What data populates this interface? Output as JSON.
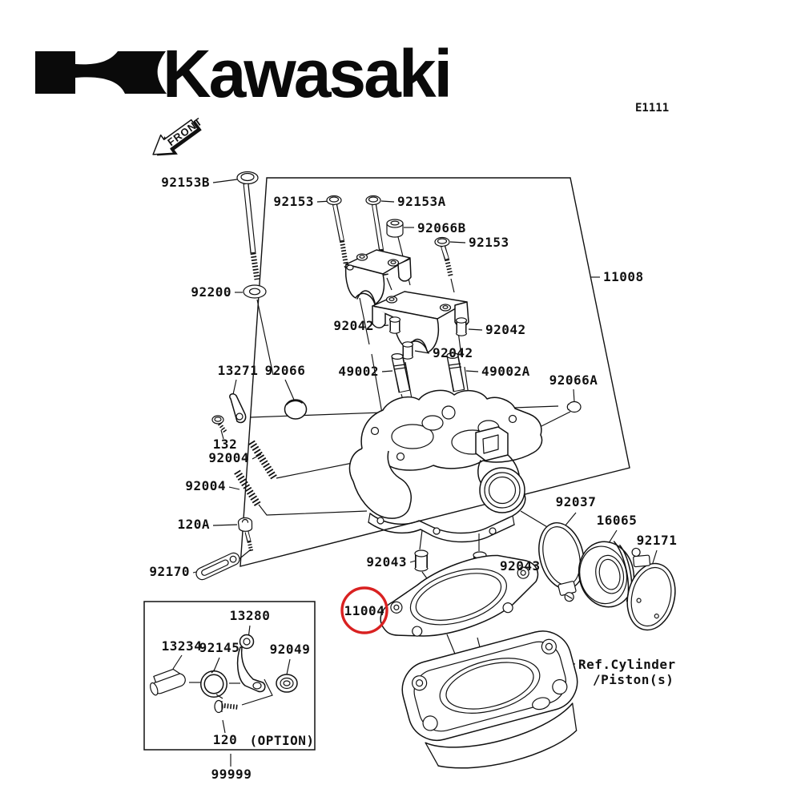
{
  "header": {
    "brand": "Kawasaki",
    "diagram_code": "E1111",
    "front_label": "FRONT"
  },
  "colors": {
    "line": "#111111",
    "highlight_red": "#d92121",
    "background": "#ffffff"
  },
  "callouts": [
    "92153B",
    "92153",
    "92153A",
    "92066B",
    "92153",
    "11008",
    "92200",
    "92042",
    "92042",
    "92042",
    "49002",
    "49002A",
    "92066A",
    "13271",
    "92066",
    "132",
    "92004",
    "92004",
    "120A",
    "92170",
    "92043",
    "92043",
    "92037",
    "16065",
    "92171",
    "11004"
  ],
  "option_box": {
    "callouts": [
      "13280",
      "13234",
      "92145",
      "92049",
      "120"
    ],
    "option_label": "(OPTION)",
    "assembly_number": "99999"
  },
  "reference": {
    "line1": "Ref.Cylinder",
    "line2": "/Piston(s)"
  }
}
